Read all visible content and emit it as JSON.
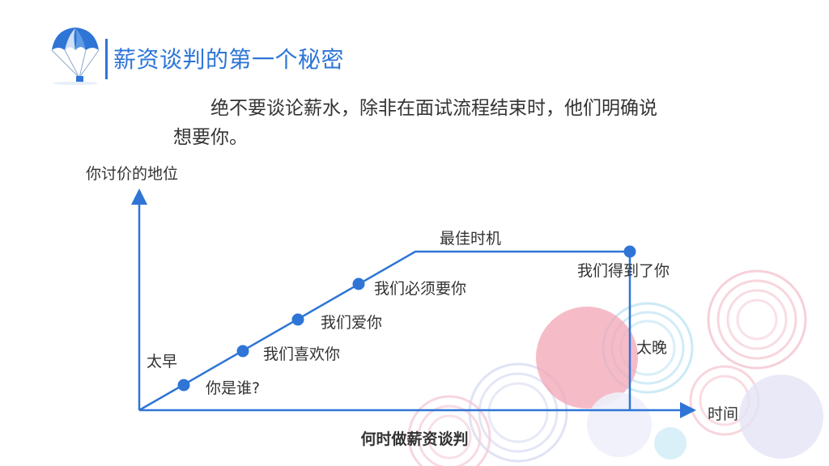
{
  "slide": {
    "title": "薪资谈判的第一个秘密",
    "body": "绝不要谈论薪水，除非在面试流程结束时，他们明确说想要你。",
    "caption": "何时做薪资谈判"
  },
  "diagram": {
    "y_axis_label": "你讨价的地位",
    "x_axis_label": "时间",
    "labels": {
      "too_early": "太早",
      "who_are_you": "你是谁?",
      "we_like_you": "我们喜欢你",
      "we_love_you": "我们爱你",
      "we_must_have_you": "我们必须要你",
      "best_time": "最佳时机",
      "we_got_you": "我们得到了你",
      "too_late": "太晚"
    }
  },
  "colors": {
    "accent": "#2e75d6",
    "text": "#333333",
    "deco_pink": "#f2a6b6",
    "deco_blue": "#a8d8ee",
    "deco_lavender": "#d9dcf2"
  },
  "icons": {
    "logo": "parachute-icon"
  }
}
